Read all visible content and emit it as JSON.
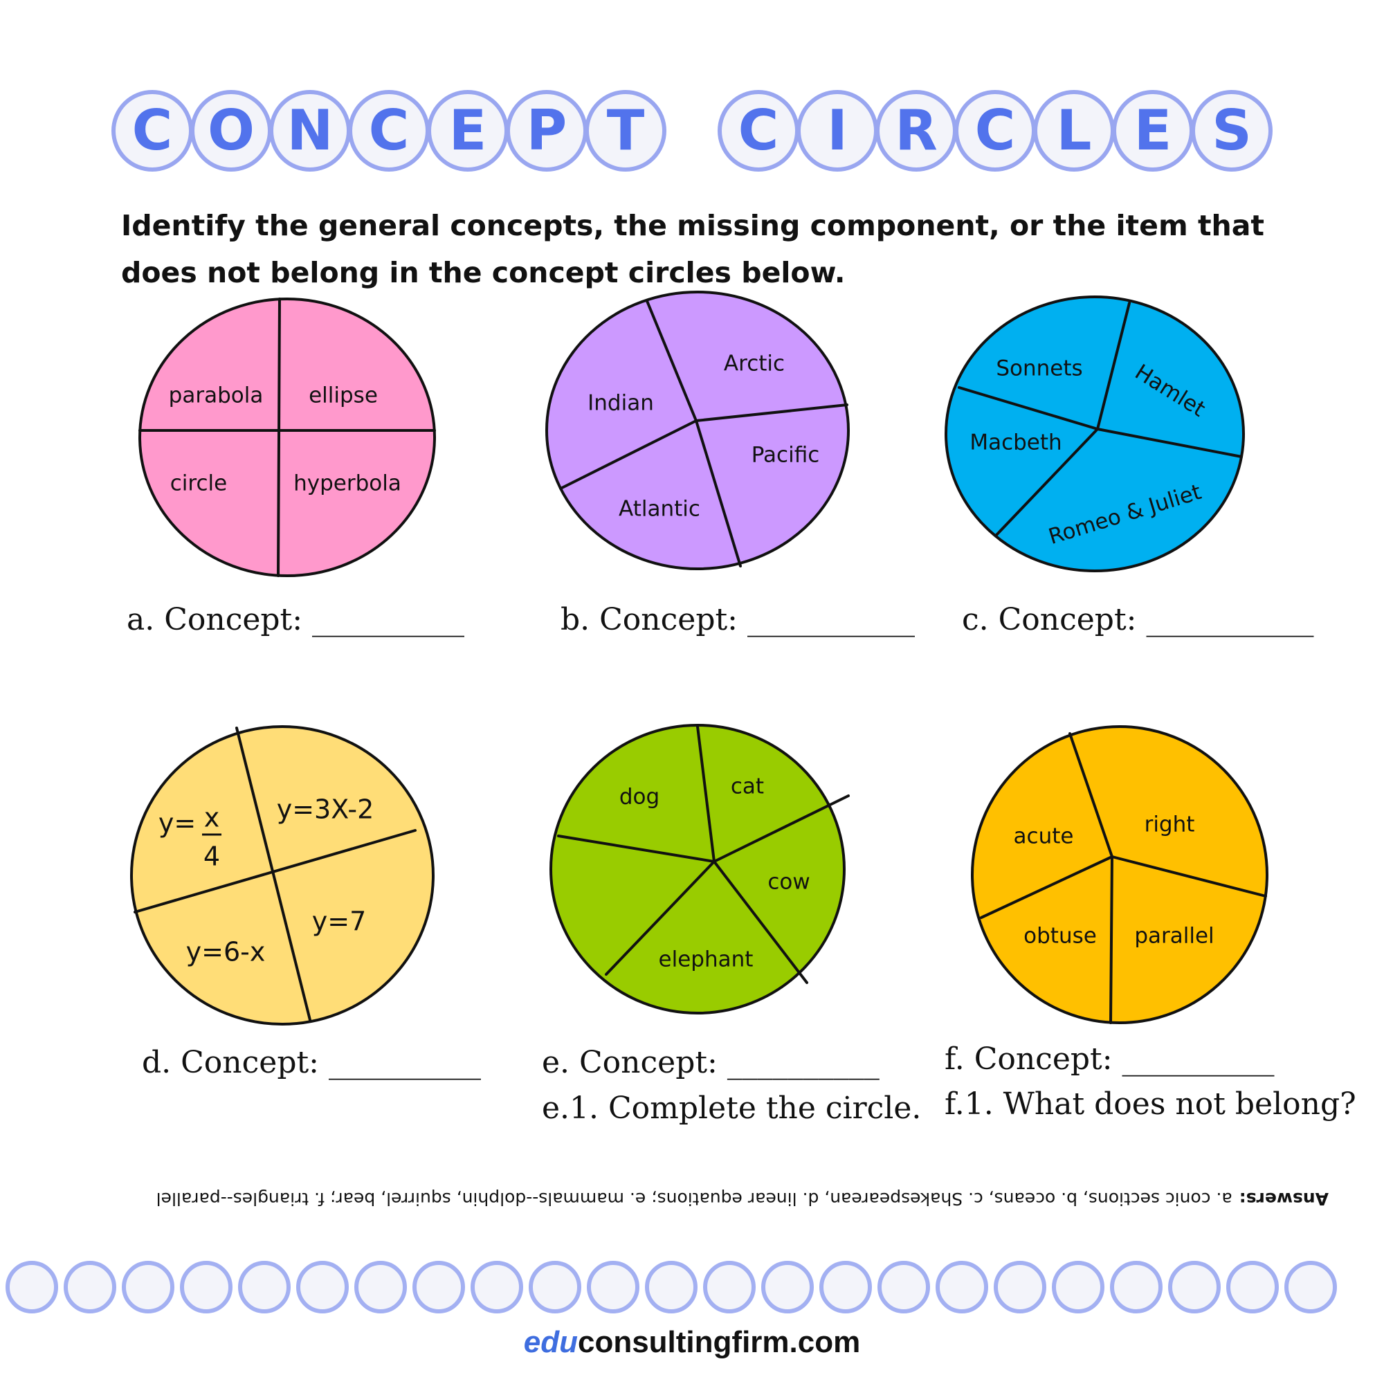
{
  "title": {
    "words": [
      "CONCEPT",
      "CIRCLES"
    ],
    "color": "#5273ec"
  },
  "instructions": "Identify the general concepts, the missing component, or the item that does not belong in the concept circles below.",
  "circles": [
    {
      "id": "a",
      "color": "#ff99cc",
      "labels": [
        "parabola",
        "ellipse",
        "circle",
        "hyperbola"
      ],
      "question": "a. Concept: __________"
    },
    {
      "id": "b",
      "color": "#cc99ff",
      "labels": [
        "Arctic",
        "Indian",
        "Pacific",
        "Atlantic"
      ],
      "question": "b. Concept: ___________"
    },
    {
      "id": "c",
      "color": "#00b0f0",
      "labels": [
        "Sonnets",
        "Hamlet",
        "Macbeth",
        "Romeo & Juliet"
      ],
      "question": "c. Concept: ___________"
    },
    {
      "id": "d",
      "color": "#ffdd77",
      "labels": [
        "y=",
        "x",
        "4",
        "y=3X-2",
        "y=6-x",
        "y=7"
      ],
      "question": "d. Concept: __________"
    },
    {
      "id": "e",
      "color": "#99cc00",
      "labels": [
        "dog",
        "cat",
        "cow",
        "elephant"
      ],
      "question": "e. Concept: __________",
      "subquestion": "e.1. Complete the circle."
    },
    {
      "id": "f",
      "color": "#ffc000",
      "labels": [
        "acute",
        "right",
        "obtuse",
        "parallel"
      ],
      "question": "f. Concept: __________",
      "subquestion": "f.1. What does not belong?"
    }
  ],
  "answers": {
    "label": "Answers:",
    "text": "a. conic sections, b. oceans, c. Shakespearean, d. linear equations; e. mammals--dolphin, squirrel, bear; f. triangles--parallel"
  },
  "footer": {
    "brand": "edu",
    "rest": "consultingfirm.com",
    "brand_color": "#3e6ddf"
  },
  "colors": {
    "bubble_fill": "#f3f4fa",
    "bubble_ring": "#a3b0f2"
  }
}
